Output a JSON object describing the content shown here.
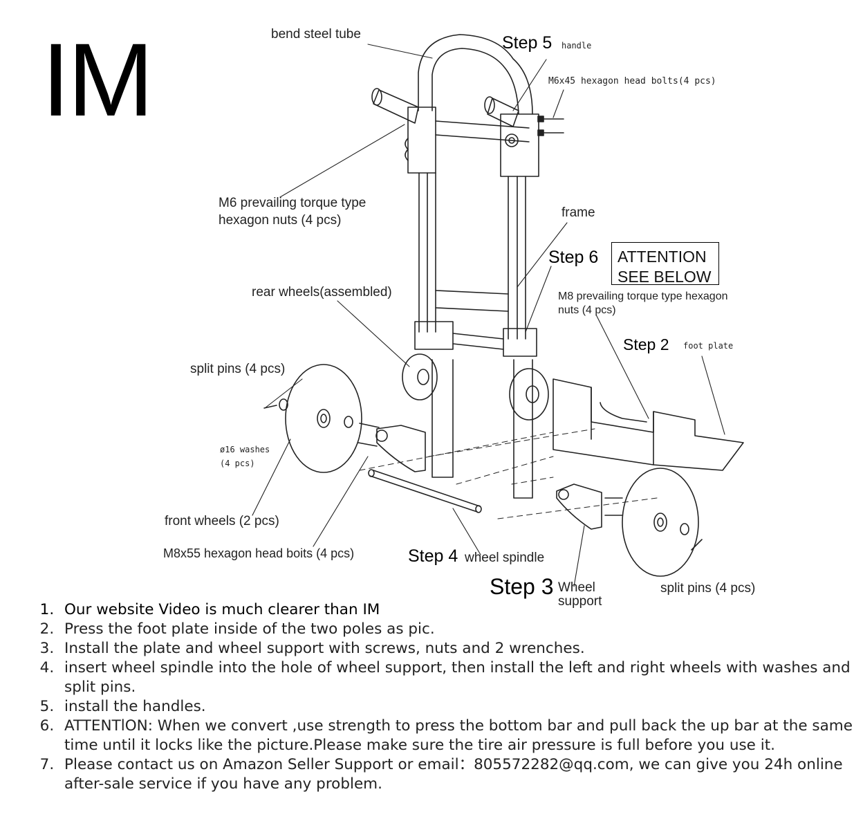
{
  "title": "IM",
  "labels": {
    "bend_steel_tube": "bend steel tube",
    "step5": "Step 5",
    "handle": "handle",
    "m6x45_bolts": "M6x45 hexagon head bolts(4 pcs)",
    "m6_nuts_line1": "M6 prevailing torque type",
    "m6_nuts_line2": "hexagon nuts  (4 pcs)",
    "frame": "frame",
    "step6": "Step 6",
    "attention_line1": "ATTENTION",
    "attention_line2": "SEE BELOW",
    "rear_wheels": "rear  wheels(assembled)",
    "m8_nuts_line1": "M8 prevailing torque type hexagon",
    "m8_nuts_line2": "nuts  (4 pcs)",
    "step2": "Step 2",
    "foot_plate": "foot  plate",
    "split_pins_left": "split pins (4 pcs)",
    "washers_line1": "ø16  washes",
    "washers_line2": "(4  pcs)",
    "front_wheels": "front wheels (2 pcs)",
    "m8x55_bolts": "M8x55 hexagon head boits (4 pcs)",
    "step4": "Step 4",
    "wheel_spindle": "wheel  spindle",
    "step3": "Step 3",
    "wheel_support_line1": "Wheel",
    "wheel_support_line2": "support",
    "split_pins_right": "split pins (4 pcs)"
  },
  "instructions": [
    "Our website Video is much clearer than IM",
    "Press the foot plate inside of the two poles as pic.",
    "Install the plate and wheel support with screws, nuts and 2 wrenches.",
    "insert wheel spindle into the hole of wheel support, then install the left and right wheels with washes and split pins.",
    "install the handles.",
    "ATTENTlON: When we convert ,use strength to press the bottom bar and pull back the up bar at the same time until it locks like the picture.Please make sure the tire air pressure is full before you use it.",
    "Please contact us on Amazon Seller Support or email：805572282@qq.com, we can give you 24h online after-sale service if you have any problem."
  ]
}
